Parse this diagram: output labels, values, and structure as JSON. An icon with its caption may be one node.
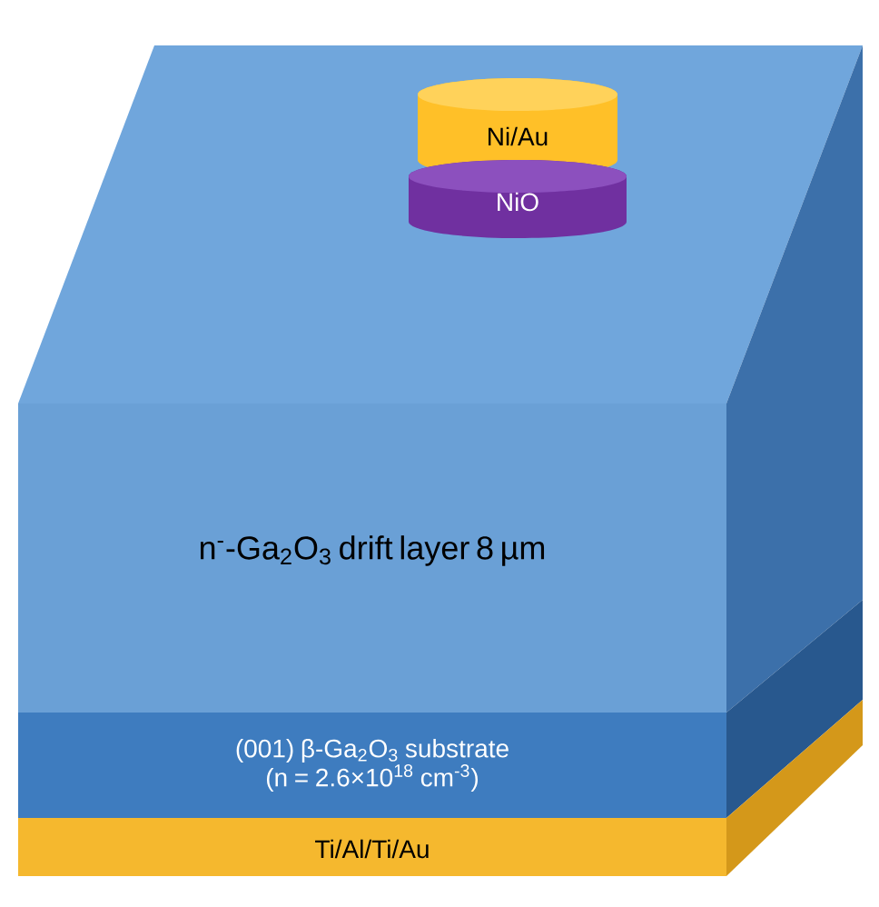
{
  "diagram": {
    "nodes": [
      {
        "text": [
          "Ni/Au"
        ]
      },
      {
        "text": [
          "NiO"
        ]
      },
      {
        "text": [
          "n$^{-}$-Ga$_{2}$O$_{3}$ drift layer 8 µm"
        ]
      },
      {
        "text": [
          "(001) β-Ga$_{2}$O$_{3}$ substrate (n = 2.6×10$^{18}$ cm$^{-3}$)"
        ]
      },
      {
        "text": [
          "Ti/Al/Ti/Au"
        ]
      }
    ]
  }
}
